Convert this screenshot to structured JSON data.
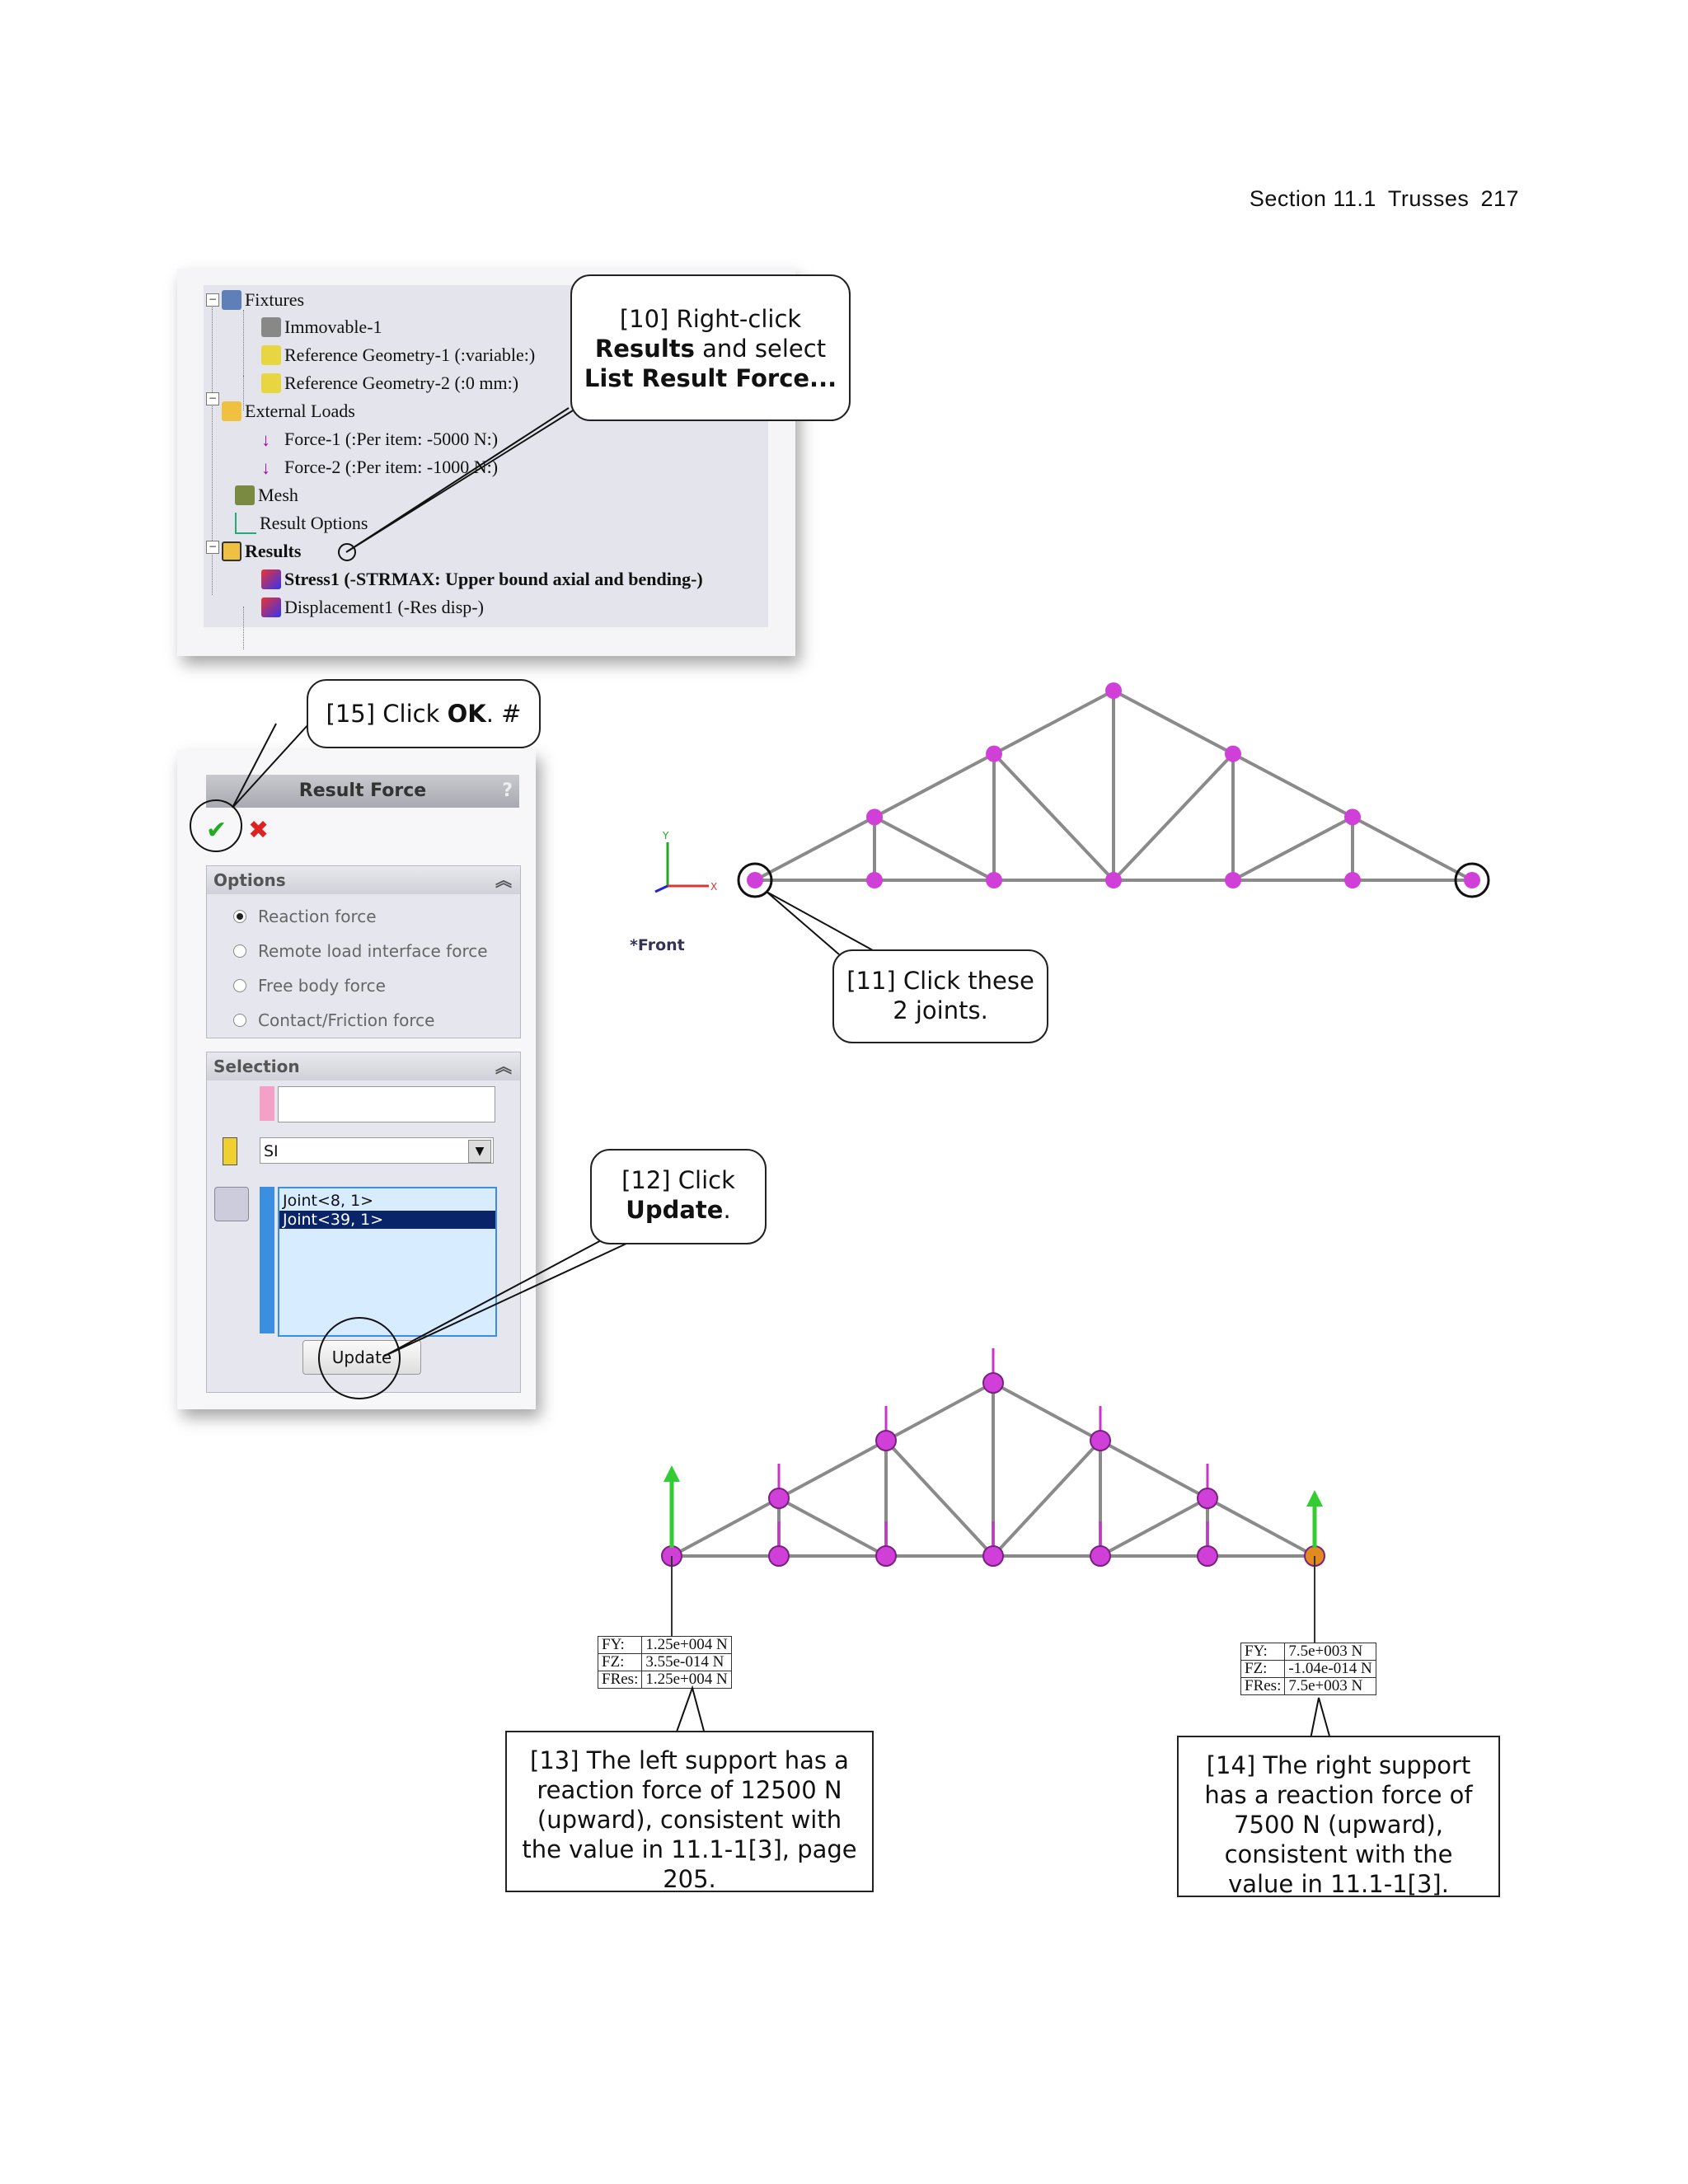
{
  "header": {
    "section": "Section 11.1",
    "topic": "Trusses",
    "page": "217"
  },
  "tree": {
    "items": [
      {
        "label": "Fixtures",
        "bold": false
      },
      {
        "label": "Immovable-1",
        "bold": false
      },
      {
        "label": "Reference Geometry-1 (:variable:)",
        "bold": false
      },
      {
        "label": "Reference Geometry-2 (:0 mm:)",
        "bold": false
      },
      {
        "label": "External Loads",
        "bold": false
      },
      {
        "label": "Force-1 (:Per item: -5000 N:)",
        "bold": false
      },
      {
        "label": "Force-2 (:Per item: -1000 N:)",
        "bold": false
      },
      {
        "label": "Mesh",
        "bold": false
      },
      {
        "label": "Result Options",
        "bold": false
      },
      {
        "label": "Results",
        "bold": true
      },
      {
        "label": "Stress1 (-STRMAX: Upper bound axial and bending-)",
        "bold": true
      },
      {
        "label": "Displacement1 (-Res disp-)",
        "bold": false
      }
    ]
  },
  "callouts": {
    "c10": {
      "prefix": "[10] Right-click",
      "bold1": "Results",
      "mid": " and select",
      "bold2": "List Result Force..."
    },
    "c11": {
      "line1": "[11] Click these",
      "line2": "2 joints."
    },
    "c12": {
      "line1": "[12] Click",
      "bold": "Update",
      "suffix": "."
    },
    "c15": {
      "prefix": "[15] Click ",
      "bold": "OK",
      "suffix": ". #"
    },
    "c13": {
      "text": "[13] The left support has a reaction force of 12500 N (upward), consistent with the value in 11.1-1[3], page 205."
    },
    "c14": {
      "text": "[14] The right support has a reaction force of 7500 N (upward), consistent with the value in 11.1-1[3]."
    }
  },
  "pm": {
    "title": "Result Force",
    "help": "?",
    "options_header": "Options",
    "options": [
      {
        "label": "Reaction force",
        "selected": true
      },
      {
        "label": "Remote load interface force",
        "selected": false
      },
      {
        "label": "Free body force",
        "selected": false
      },
      {
        "label": "Contact/Friction force",
        "selected": false
      }
    ],
    "selection_header": "Selection",
    "units": "SI",
    "joints": [
      "Joint<8, 1>",
      "Joint<39, 1>"
    ],
    "update": "Update"
  },
  "viewport": {
    "view_label": "*Front",
    "axis_x": "X",
    "axis_y": "Y"
  },
  "tables": {
    "left": [
      [
        "FY:",
        "1.25e+004 N"
      ],
      [
        "FZ:",
        "3.55e-014 N"
      ],
      [
        "FRes:",
        "1.25e+004 N"
      ]
    ],
    "right": [
      [
        "FY:",
        "7.5e+003 N"
      ],
      [
        "FZ:",
        "-1.04e-014 N"
      ],
      [
        "FRes:",
        "7.5e+003 N"
      ]
    ]
  },
  "colors": {
    "joint": "#d040d8",
    "member": "#8a8a8a",
    "arrow": "#33cc33",
    "force": "#cc33cc",
    "selected_joint": "#e08a20"
  }
}
